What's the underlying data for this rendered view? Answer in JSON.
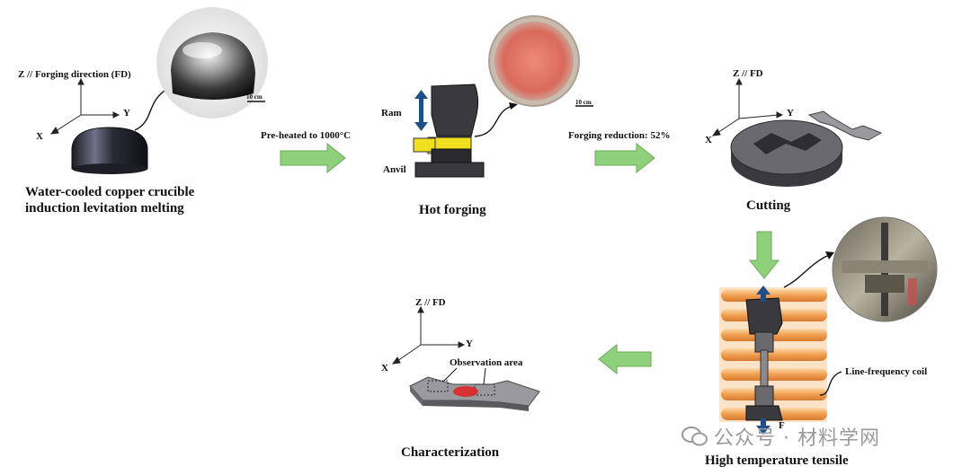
{
  "steps": {
    "melting": "Water-cooled copper crucible\ninduction levitation melting",
    "forging": "Hot forging",
    "cutting": "Cutting",
    "tensile": "High temperature tensile",
    "characterization": "Characterization"
  },
  "annotations": {
    "preheat": "Pre-heated to 1000°C",
    "reduction": "Forging reduction: 52%",
    "ram": "Ram",
    "anvil": "Anvil",
    "observation": "Observation area",
    "coil": "Line-frequency coil",
    "force": "F"
  },
  "axes": {
    "z_fd_full": "Z // Forging direction (FD)",
    "z_fd": "Z // FD",
    "x": "X",
    "y": "Y"
  },
  "scale_bar": "10 cm",
  "watermark": "公众号 · 材料学网",
  "colors": {
    "arrow_green": "#8fd07a",
    "arrow_stroke": "#6aa85a",
    "force_arrow": "#1f4e8c",
    "coil_orange": "#f2a65a",
    "heated_sample": "#e2786a",
    "yellow_sample": "#f0e020",
    "observation_red": "#e02020"
  }
}
